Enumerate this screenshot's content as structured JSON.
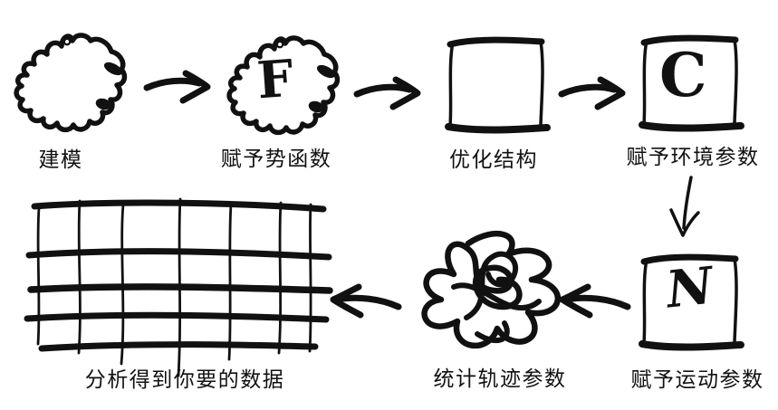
{
  "canvas": {
    "background": "#ffffff",
    "ink": "#111111"
  },
  "steps": [
    {
      "id": "modeling",
      "label": "建模",
      "shape": "blob",
      "letter": ""
    },
    {
      "id": "assign-potential",
      "label": "赋予势函数",
      "shape": "blob",
      "letter": "F"
    },
    {
      "id": "optimize-structure",
      "label": "优化结构",
      "shape": "square",
      "letter": ""
    },
    {
      "id": "assign-environment",
      "label": "赋予环境参数",
      "shape": "square",
      "letter": "C"
    },
    {
      "id": "assign-motion",
      "label": "赋予运动参数",
      "shape": "square",
      "letter": "N"
    },
    {
      "id": "collect-trajectory",
      "label": "统计轨迹参数",
      "shape": "scribble",
      "letter": ""
    },
    {
      "id": "analyze-data",
      "label": "分析得到你要的数据",
      "shape": "grid",
      "letter": ""
    }
  ],
  "arrows": [
    {
      "from": "modeling",
      "to": "assign-potential",
      "direction": "right"
    },
    {
      "from": "assign-potential",
      "to": "optimize-structure",
      "direction": "right"
    },
    {
      "from": "optimize-structure",
      "to": "assign-environment",
      "direction": "right"
    },
    {
      "from": "assign-environment",
      "to": "assign-motion",
      "direction": "down"
    },
    {
      "from": "assign-motion",
      "to": "collect-trajectory",
      "direction": "left"
    },
    {
      "from": "collect-trajectory",
      "to": "analyze-data",
      "direction": "left"
    }
  ]
}
